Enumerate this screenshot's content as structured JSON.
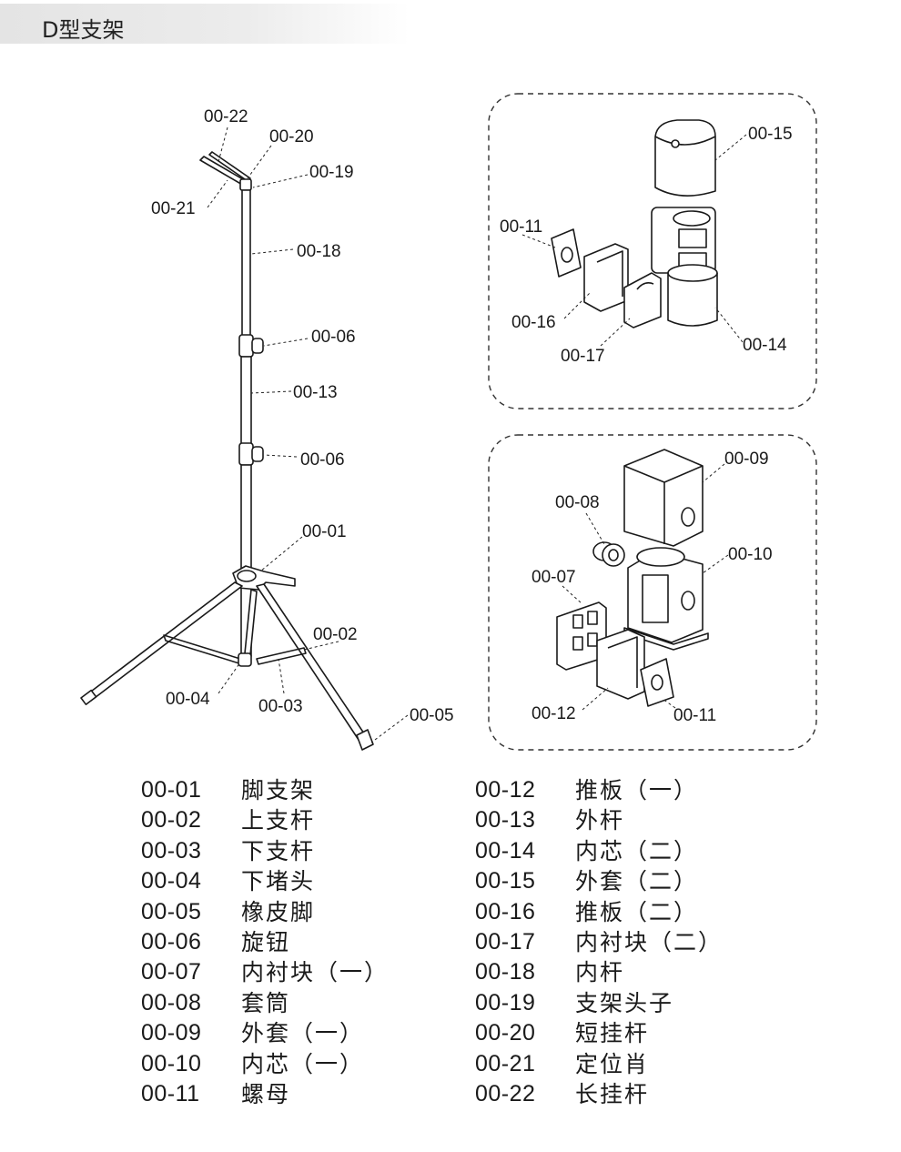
{
  "title": "D型支架",
  "callouts": {
    "c22": "00-22",
    "c20": "00-20",
    "c19": "00-19",
    "c21": "00-21",
    "c18": "00-18",
    "c06a": "00-06",
    "c13": "00-13",
    "c06b": "00-06",
    "c01": "00-01",
    "c02": "00-02",
    "c04": "00-04",
    "c03": "00-03",
    "c05": "00-05",
    "d1_15": "00-15",
    "d1_11": "00-11",
    "d1_16": "00-16",
    "d1_17": "00-17",
    "d1_14": "00-14",
    "d2_09": "00-09",
    "d2_08": "00-08",
    "d2_10": "00-10",
    "d2_07": "00-07",
    "d2_12": "00-12",
    "d2_11": "00-11"
  },
  "legend_left": [
    {
      "code": "00-01",
      "name": "脚支架"
    },
    {
      "code": "00-02",
      "name": "上支杆"
    },
    {
      "code": "00-03",
      "name": "下支杆"
    },
    {
      "code": "00-04",
      "name": "下堵头"
    },
    {
      "code": "00-05",
      "name": "橡皮脚"
    },
    {
      "code": "00-06",
      "name": "旋钮"
    },
    {
      "code": "00-07",
      "name": "内衬块（一）"
    },
    {
      "code": "00-08",
      "name": "套筒"
    },
    {
      "code": "00-09",
      "name": "外套（一）"
    },
    {
      "code": "00-10",
      "name": "内芯（一）"
    },
    {
      "code": "00-11",
      "name": "螺母"
    }
  ],
  "legend_right": [
    {
      "code": "00-12",
      "name": "推板（一）"
    },
    {
      "code": "00-13",
      "name": "外杆"
    },
    {
      "code": "00-14",
      "name": "内芯（二）"
    },
    {
      "code": "00-15",
      "name": "外套（二）"
    },
    {
      "code": "00-16",
      "name": "推板（二）"
    },
    {
      "code": "00-17",
      "name": "内衬块（二）"
    },
    {
      "code": "00-18",
      "name": "内杆"
    },
    {
      "code": "00-19",
      "name": "支架头子"
    },
    {
      "code": "00-20",
      "name": "短挂杆"
    },
    {
      "code": "00-21",
      "name": "定位肖"
    },
    {
      "code": "00-22",
      "name": "长挂杆"
    }
  ]
}
